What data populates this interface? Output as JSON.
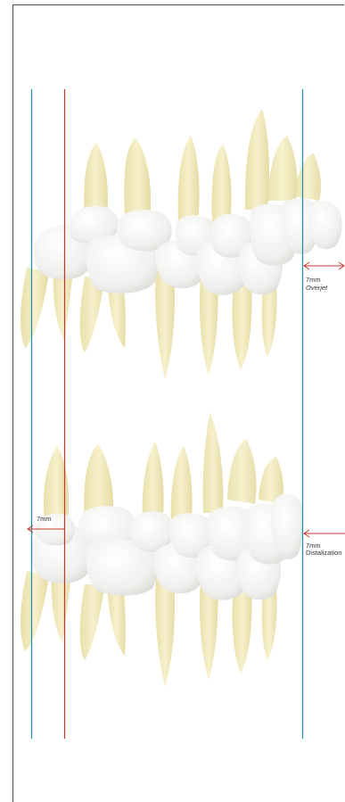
{
  "colors": {
    "blue_line": "#1a8fa3",
    "red_line": "#c0392b",
    "arrow": "#c0392b",
    "root": "#efe6b0",
    "crown": "#f4f4f2"
  },
  "annotations": {
    "top_measure": "7mm",
    "top_caption": "Overjet",
    "bottom_right_measure": "7mm",
    "bottom_right_caption": "Distalization",
    "bottom_left_measure": "7mm"
  }
}
